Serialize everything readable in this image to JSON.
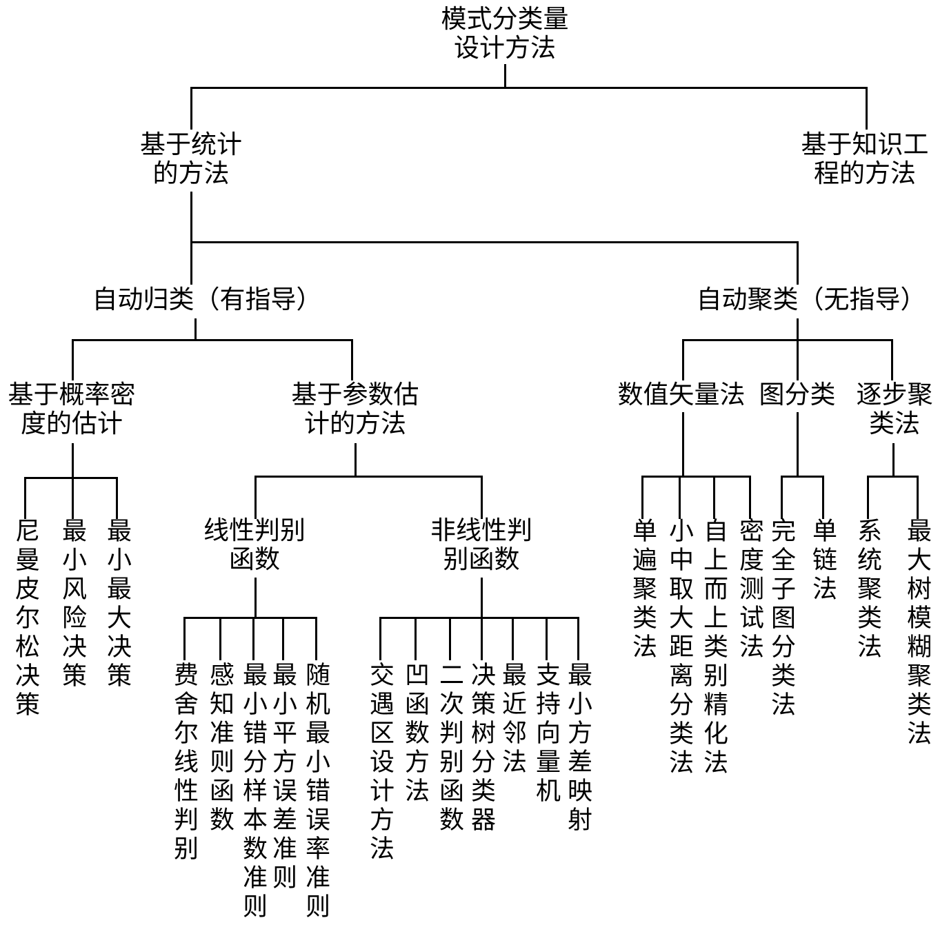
{
  "colors": {
    "background": "#ffffff",
    "line": "#000000",
    "text": "#000000"
  },
  "tree": {
    "root": {
      "label": "模式分类量设计方法"
    },
    "statistical": {
      "label": "基于统计的方法",
      "supervised": {
        "label": "自动归类（有指导）",
        "probability_density": {
          "label": "基于概率密度的估计",
          "leaves": [
            "尼曼皮尔松决策",
            "最小风险决策",
            "最小最大决策"
          ]
        },
        "parameter_estimation": {
          "label": "基于参数估计的方法",
          "linear": {
            "label": "线性判别函数",
            "leaves": [
              "费舍尔线性判别",
              "感知准则函数",
              "最小错分样本数准则",
              "最小平方误差准则",
              "随机最小错误率准则"
            ]
          },
          "nonlinear": {
            "label": "非线性判别函数",
            "leaves": [
              "交遇区设计方法",
              "凹函数方法",
              "二次判别函数",
              "决策树分类器",
              "最近邻法",
              "支持向量机",
              "最小方差映射"
            ]
          }
        }
      },
      "unsupervised": {
        "label": "自动聚类（无指导）",
        "numerical_vector": {
          "label": "数值矢量法",
          "leaves": [
            "单遍聚类法",
            "小中取大距离分类法",
            "自上而上类别精化法",
            "密度测试法"
          ]
        },
        "graph_classification": {
          "label": "图分类",
          "leaves": [
            "完全子图分类法",
            "单链法"
          ]
        },
        "stepwise_clustering": {
          "label": "逐步聚类法",
          "leaves": [
            "系统聚类法",
            "最大树模糊聚类法"
          ]
        }
      }
    },
    "knowledge_engineering": {
      "label": "基于知识工程的方法"
    }
  }
}
